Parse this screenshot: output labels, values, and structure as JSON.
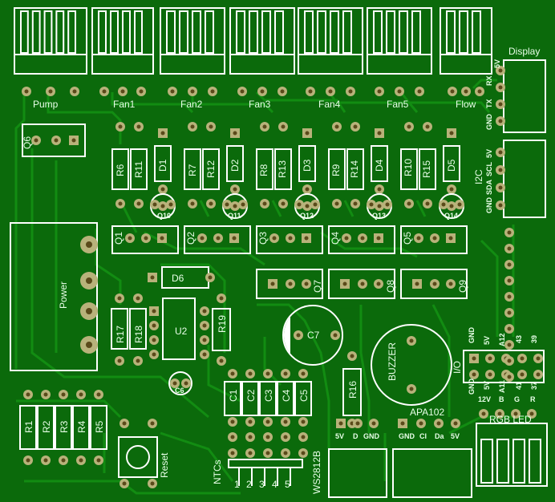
{
  "colors": {
    "board": "#0b6a0b",
    "trace": "#118a11",
    "silk": "#ffffff",
    "pad": "#b8b27a",
    "padhole": "#5a4a1a"
  },
  "connectors_top": [
    "Pump",
    "Fan1",
    "Fan2",
    "Fan3",
    "Fan4",
    "Fan5",
    "Flow"
  ],
  "display": {
    "title": "Display",
    "pins1": [
      "5V",
      "RX",
      "TX",
      "GND"
    ],
    "pins2": [
      "5V",
      "SCL",
      "SDA",
      "GND"
    ],
    "i2c": "I2C"
  },
  "transistors_small": [
    "Q6",
    "Q10",
    "Q11",
    "Q12",
    "Q13",
    "Q14"
  ],
  "resistors_top": [
    "R6",
    "R11",
    "R7",
    "R12",
    "R8",
    "R13",
    "R9",
    "R14",
    "R10",
    "R15"
  ],
  "diodes": [
    "D1",
    "D2",
    "D3",
    "D4",
    "D5",
    "D6"
  ],
  "mosfets": [
    "Q1",
    "Q2",
    "Q3",
    "Q4",
    "Q5",
    "Q7",
    "Q8",
    "Q9"
  ],
  "power": "Power",
  "misc": {
    "u2": "U2",
    "r17": "R17",
    "r18": "R18",
    "r19": "R19",
    "c6": "C6",
    "c7": "C7",
    "r16": "R16",
    "buzzer": "BUZZER",
    "io": "I/O",
    "reset": "Reset",
    "ntcs": "NTCs",
    "ws": "WS2812B",
    "apa": "APA102",
    "rgb": "RGB LED"
  },
  "resistors_bottom": [
    "R1",
    "R2",
    "R3",
    "R4",
    "R5"
  ],
  "caps": [
    "C1",
    "C2",
    "C3",
    "C4",
    "C5"
  ],
  "io_pins_top": [
    "GND",
    "5V",
    "A12",
    "43",
    "39"
  ],
  "io_pins_bottom": [
    "GND",
    "5V",
    "A11",
    "41",
    "37"
  ],
  "rgb_pins": [
    "12V",
    "B",
    "G",
    "R"
  ],
  "ws_pins": [
    "5V",
    "D",
    "GND"
  ],
  "apa_pins": [
    "GND",
    "CI",
    "Da",
    "5V"
  ],
  "ntc_nums": [
    "1",
    "2",
    "3",
    "4",
    "5"
  ]
}
